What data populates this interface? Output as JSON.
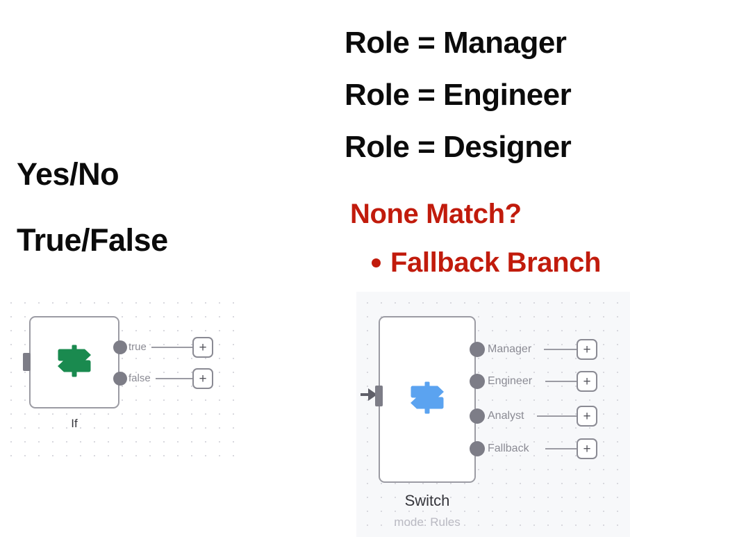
{
  "page": {
    "background": "#ffffff",
    "accent_red": "#c11b0c",
    "accent_green": "#1a8a4f",
    "accent_blue": "#5ba3f0"
  },
  "left_headings": [
    {
      "text": "Yes/No"
    },
    {
      "text": "True/False"
    }
  ],
  "right_headings": [
    {
      "text": "Role = Manager"
    },
    {
      "text": "Role = Engineer"
    },
    {
      "text": "Role = Designer"
    }
  ],
  "fallback": {
    "title": "None Match?",
    "bullet": "Fallback Branch",
    "color": "#c11b0c"
  },
  "if_node": {
    "icon": "signpost-icon",
    "icon_color": "#1a8a4f",
    "caption": "If",
    "outputs": [
      {
        "label": "true",
        "add_label": "+"
      },
      {
        "label": "false",
        "add_label": "+"
      }
    ]
  },
  "switch_node": {
    "icon": "signpost-icon",
    "icon_color": "#5ba3f0",
    "caption": "Switch",
    "subcaption": "mode: Rules",
    "outputs": [
      {
        "label": "Manager",
        "add_label": "+"
      },
      {
        "label": "Engineer",
        "add_label": "+"
      },
      {
        "label": "Analyst",
        "add_label": "+"
      },
      {
        "label": "Fallback",
        "add_label": "+"
      }
    ]
  }
}
